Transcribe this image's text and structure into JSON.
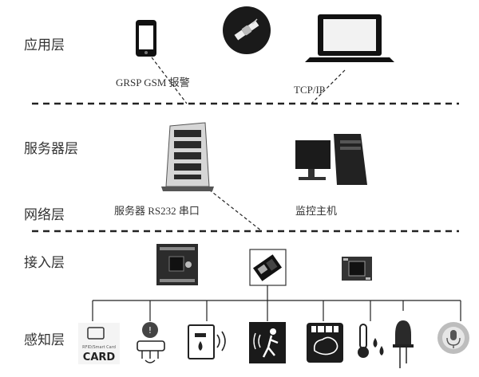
{
  "layers": {
    "application": "应用层",
    "server": "服务器层",
    "network": "网络层",
    "access": "接入层",
    "perception": "感知层"
  },
  "captions": {
    "gsm_alarm": "GRSP GSM 报警",
    "tcp_ip": "TCP/IP",
    "server_rs232": "服务器 RS232 串口",
    "monitor_host": "监控主机"
  },
  "sensor_card_text": {
    "small": "RFID/Smart Card",
    "large": "CARD"
  }
}
